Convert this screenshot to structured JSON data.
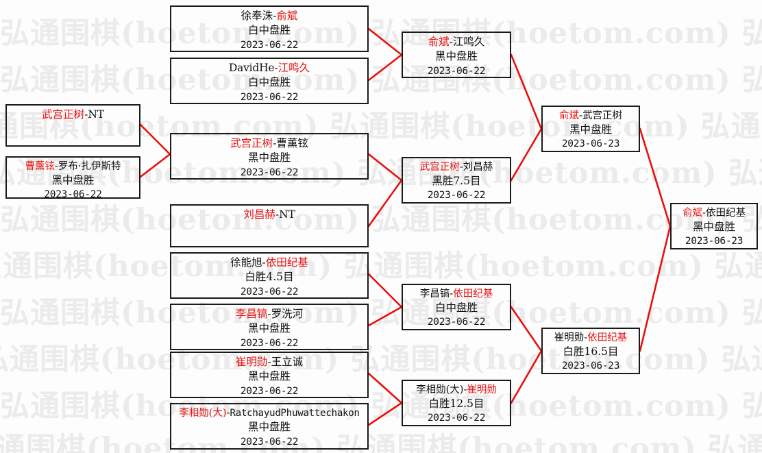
{
  "watermark": {
    "text": "弘通围棋(hoetom.com)   弘通围棋(hoetom.com)   弘通围棋(hoe",
    "color": "#ebebeb"
  },
  "colors": {
    "winner": "#e8100f",
    "loser": "#111111",
    "connector": "#e8100f",
    "box_border": "#1a1a1a",
    "background": "#fdfdfd"
  },
  "bracket": {
    "title": "Go Tournament Bracket",
    "matches": [
      {
        "id": "r1-m1",
        "left": "徐奉洙",
        "left_winner": false,
        "right": "俞斌",
        "right_winner": true,
        "result": "白中盘胜",
        "date": "2023-06-22"
      },
      {
        "id": "r1-m2",
        "left": "DavidHe",
        "left_winner": false,
        "right": "江鸣久",
        "right_winner": true,
        "result": "白中盘胜",
        "date": "2023-06-22"
      },
      {
        "id": "r1-m3",
        "left": "武宫正树",
        "left_winner": true,
        "right": "NT",
        "right_winner": false,
        "result": "",
        "date": ""
      },
      {
        "id": "r1-m4",
        "left": "曹薰铉",
        "left_winner": true,
        "right": "罗布·扎伊斯特",
        "right_winner": false,
        "result": "黑中盘胜",
        "date": "2023-06-22"
      },
      {
        "id": "r1-m5",
        "left": "武宫正树",
        "left_winner": true,
        "right": "曹薰铉",
        "right_winner": false,
        "result": "黑中盘胜",
        "date": "2023-06-22"
      },
      {
        "id": "r1-m6",
        "left": "刘昌赫",
        "left_winner": true,
        "right": "NT",
        "right_winner": false,
        "result": "",
        "date": ""
      },
      {
        "id": "r1-m7",
        "left": "徐能旭",
        "left_winner": false,
        "right": "依田纪基",
        "right_winner": true,
        "result": "白胜4.5目",
        "date": "2023-06-22"
      },
      {
        "id": "r1-m8",
        "left": "李昌镐",
        "left_winner": true,
        "right": "罗洗河",
        "right_winner": false,
        "result": "黑中盘胜",
        "date": "2023-06-22"
      },
      {
        "id": "r1-m9",
        "left": "崔明勋",
        "left_winner": true,
        "right": "王立诚",
        "right_winner": false,
        "result": "黑中盘胜",
        "date": "2023-06-22"
      },
      {
        "id": "r1-m10",
        "left": "李相勋(大)",
        "left_winner": true,
        "right": "RatchayudPhuwattechakon",
        "right_winner": false,
        "result": "黑中盘胜",
        "date": "2023-06-22"
      },
      {
        "id": "r2-m1",
        "left": "俞斌",
        "left_winner": true,
        "right": "江鸣久",
        "right_winner": false,
        "result": "黑中盘胜",
        "date": "2023-06-22"
      },
      {
        "id": "r2-m2",
        "left": "武宫正树",
        "left_winner": true,
        "right": "刘昌赫",
        "right_winner": false,
        "result": "黑胜7.5目",
        "date": "2023-06-22"
      },
      {
        "id": "r2-m3",
        "left": "李昌镐",
        "left_winner": false,
        "right": "依田纪基",
        "right_winner": true,
        "result": "白中盘胜",
        "date": "2023-06-22"
      },
      {
        "id": "r2-m4",
        "left": "李相勋(大)",
        "left_winner": false,
        "right": "崔明勋",
        "right_winner": true,
        "result": "白胜12.5目",
        "date": "2023-06-22"
      },
      {
        "id": "r3-m1",
        "left": "俞斌",
        "left_winner": true,
        "right": "武宫正树",
        "right_winner": false,
        "result": "黑中盘胜",
        "date": "2023-06-23"
      },
      {
        "id": "r3-m2",
        "left": "崔明勋",
        "left_winner": false,
        "right": "依田纪基",
        "right_winner": true,
        "result": "白胜16.5目",
        "date": "2023-06-23"
      },
      {
        "id": "final",
        "left": "俞斌",
        "left_winner": true,
        "right": "依田纪基",
        "right_winner": false,
        "result": "黑中盘胜",
        "date": "2023-06-23"
      }
    ]
  }
}
